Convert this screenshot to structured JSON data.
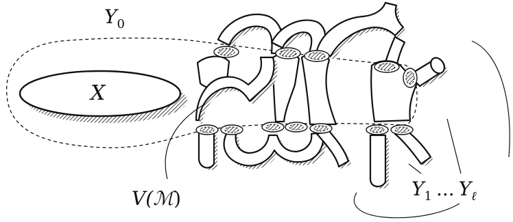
{
  "labels": {
    "y0": "Y",
    "y0_sub": "0",
    "x": "X",
    "v_prefix": "V(",
    "v_script": "ℳ",
    "v_suffix": ")",
    "y1": "Y",
    "y1_sub": "1",
    "ellipsis": "...",
    "yl": "Y",
    "yl_sub": "ℓ"
  }
}
